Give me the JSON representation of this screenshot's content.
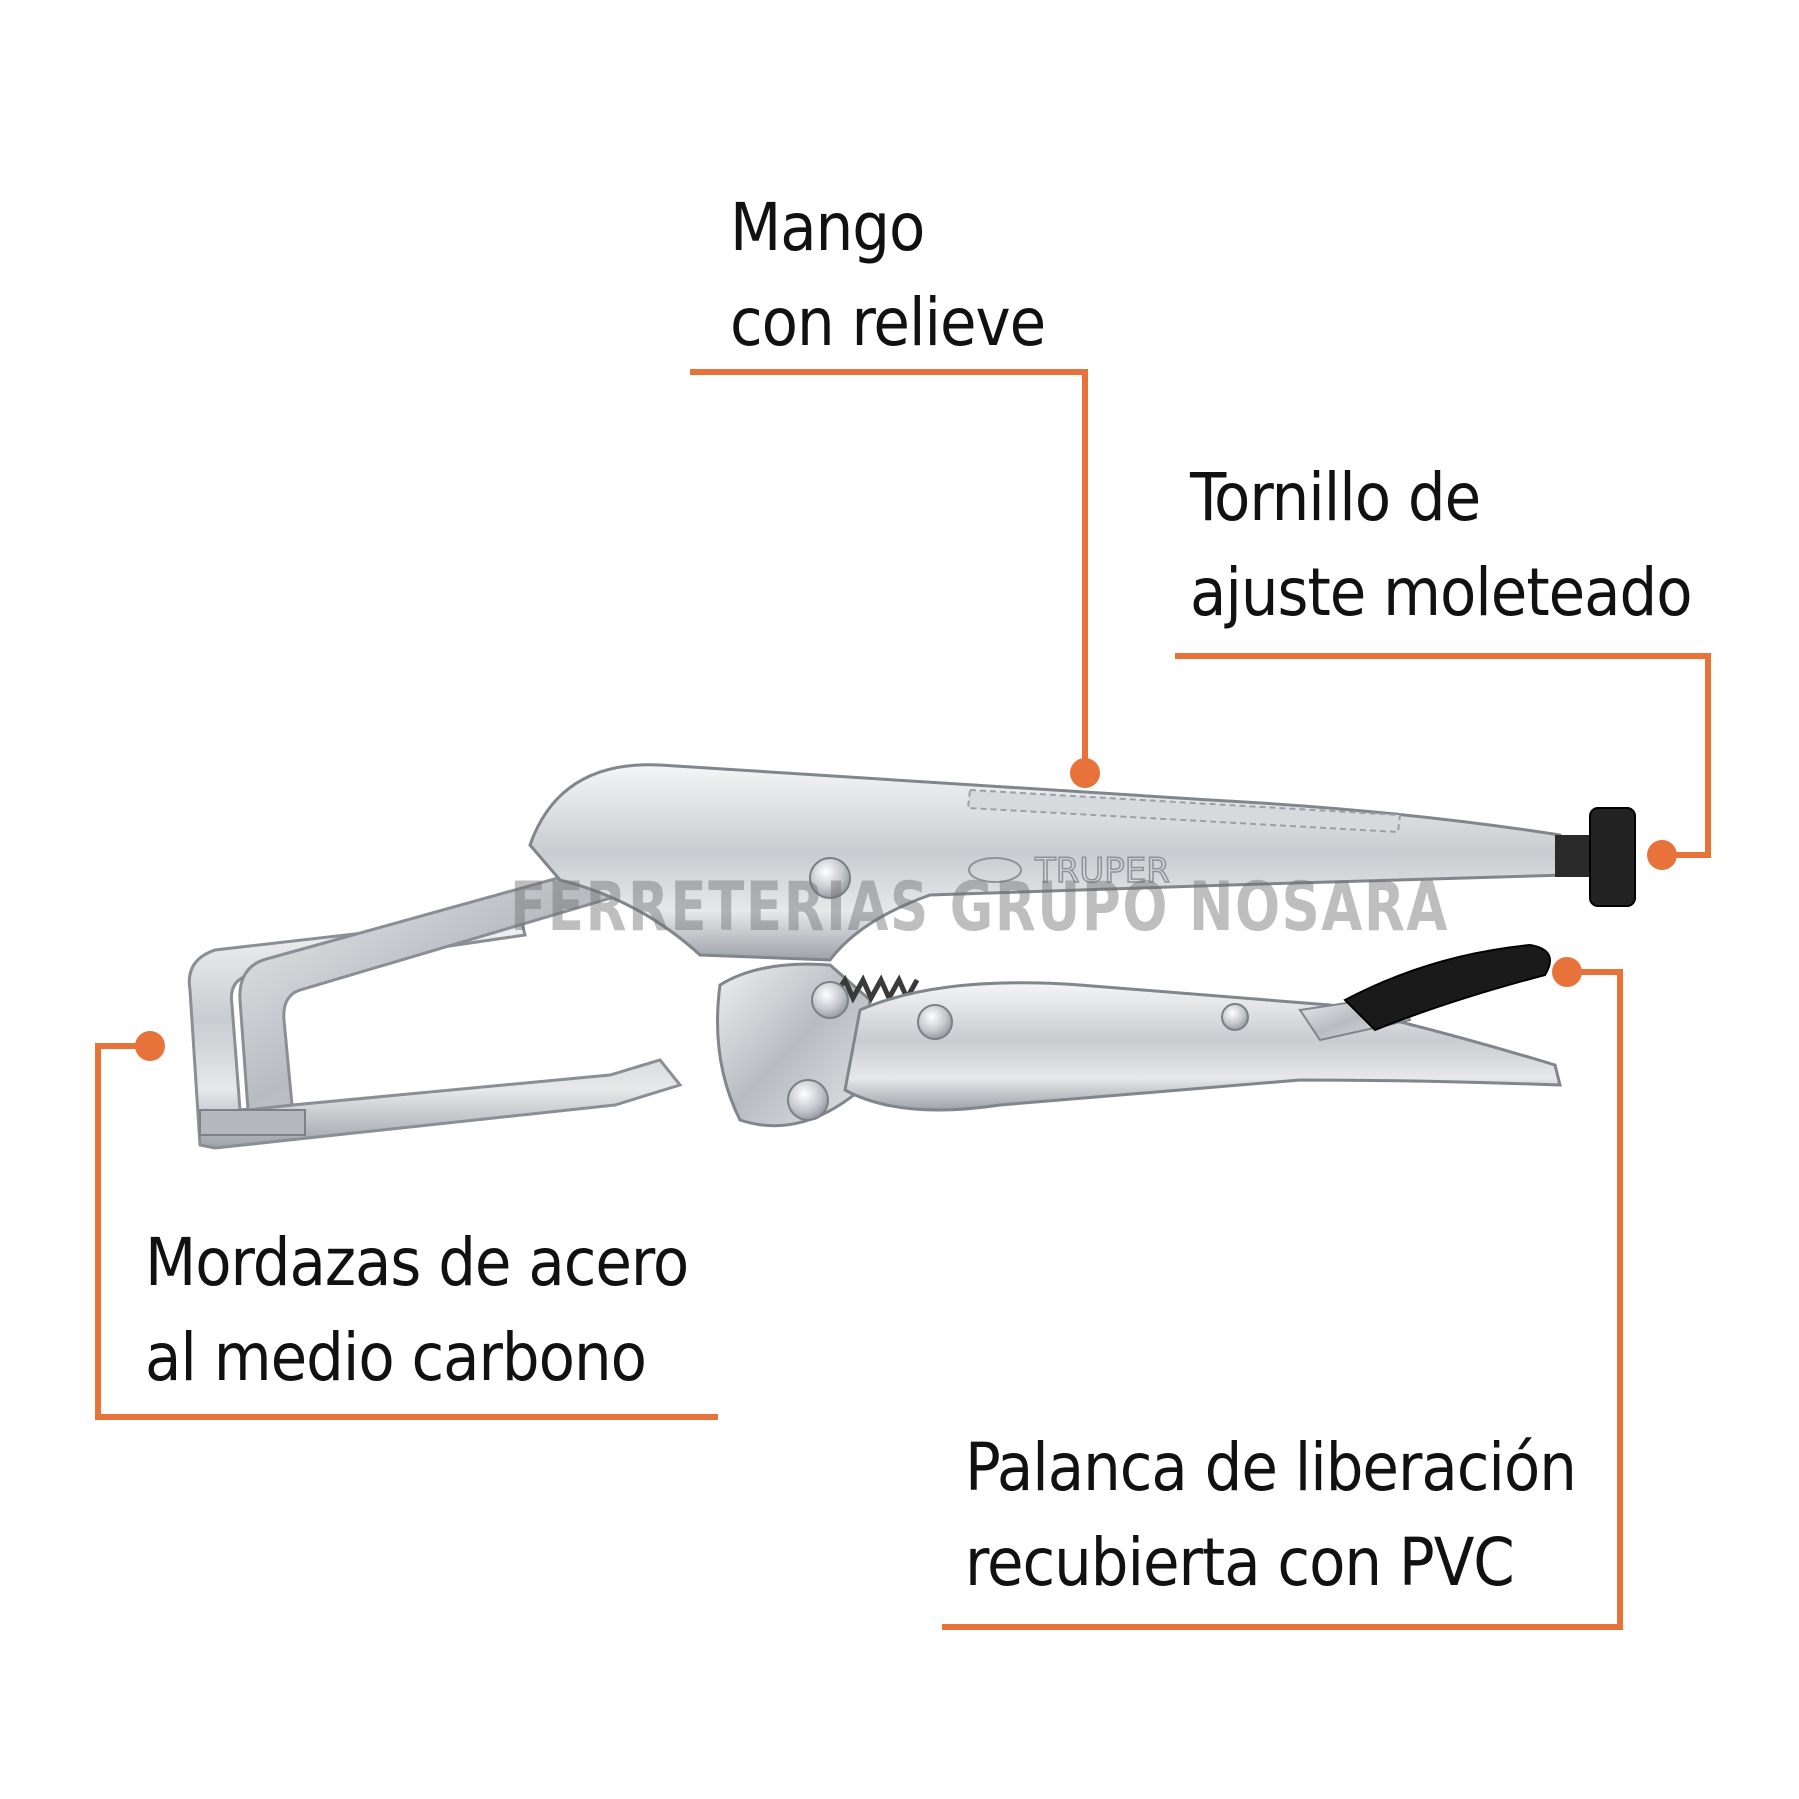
{
  "callouts": {
    "mango": {
      "line1": "Mango",
      "line2": "con relieve"
    },
    "tornillo": {
      "line1": "Tornillo de",
      "line2": "ajuste moleteado"
    },
    "mordazas": {
      "line1": "Mordazas de acero",
      "line2": "al medio carbono"
    },
    "palanca": {
      "line1": "Palanca de liberación",
      "line2": "recubierta con PVC"
    }
  },
  "brand": {
    "name": "TRUPER"
  },
  "watermark": {
    "text": "FERRETERIAS GRUPO NOSARA"
  },
  "colors": {
    "accent": "#E8733A",
    "text": "#111111",
    "background": "#FFFFFF",
    "steel": "#C9CCCF",
    "pvc_grip": "#1A1A1A"
  }
}
